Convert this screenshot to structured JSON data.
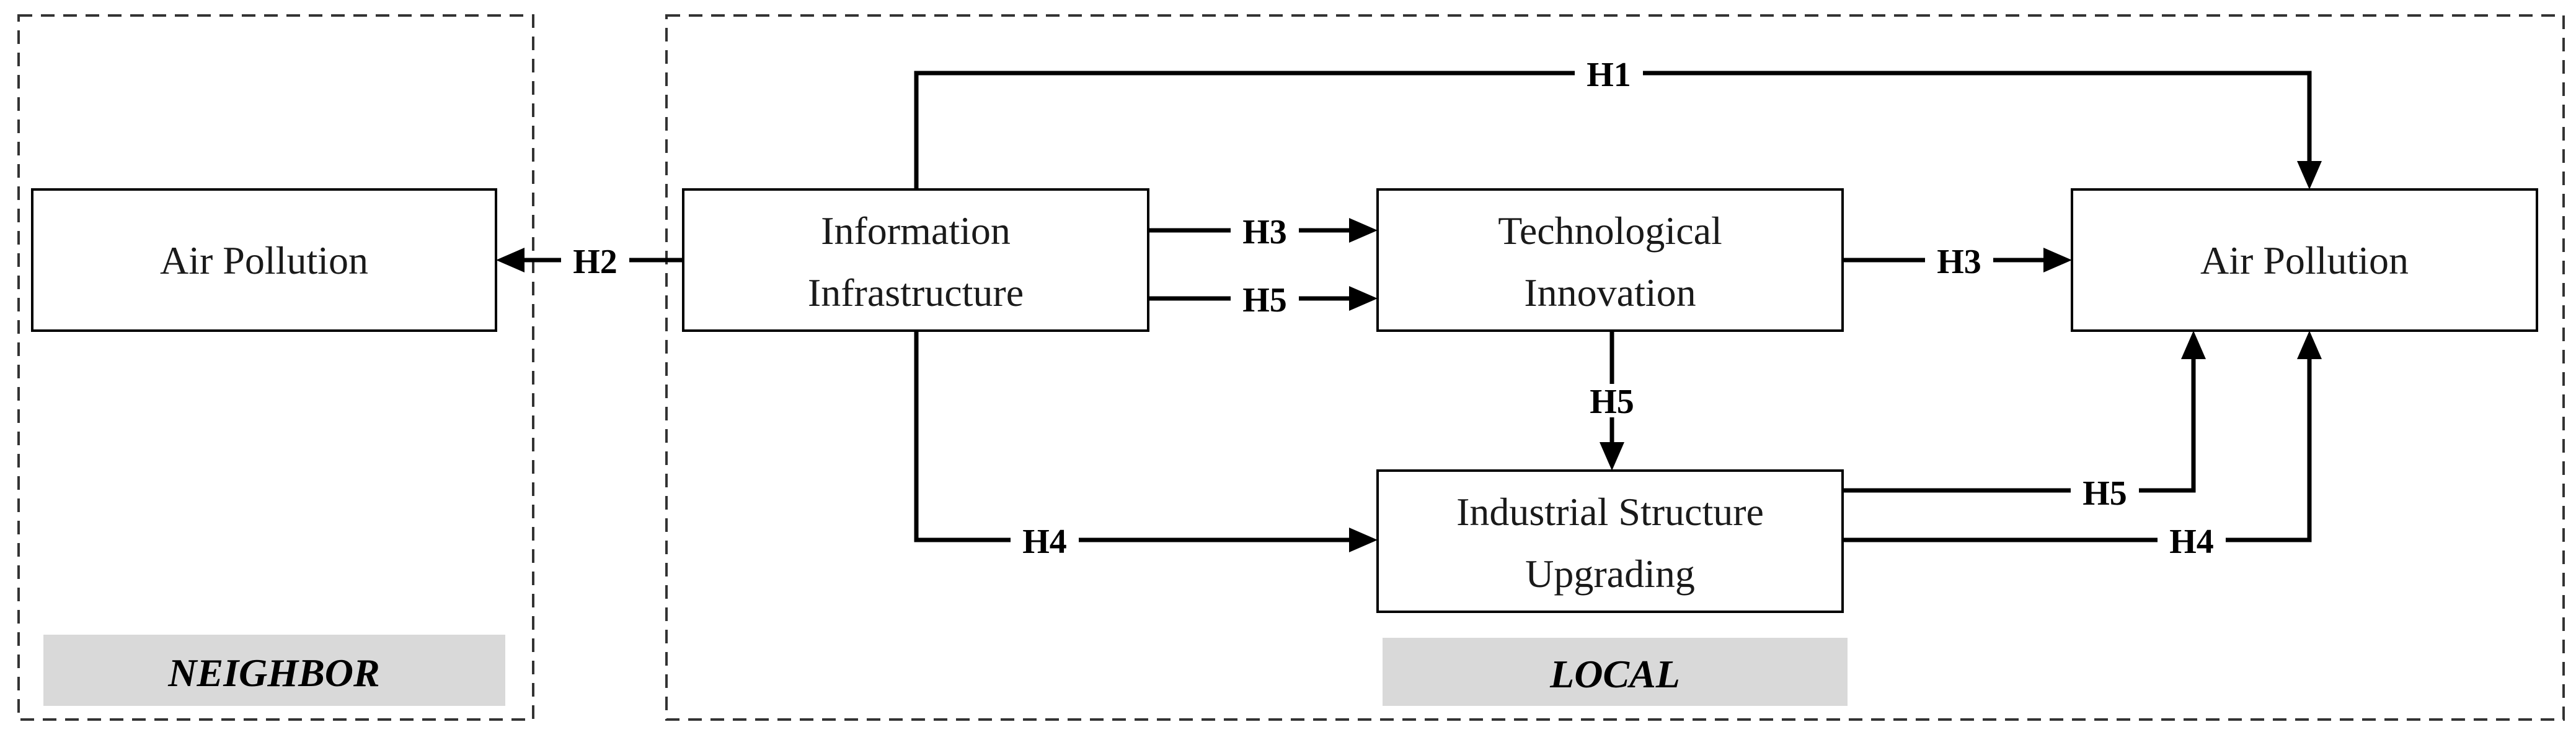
{
  "regions": {
    "neighbor": {
      "label": "NEIGHBOR"
    },
    "local": {
      "label": "LOCAL"
    }
  },
  "nodes": {
    "neighbor_air_pollution": {
      "lines": [
        "Air Pollution"
      ]
    },
    "information_infrastructure": {
      "lines": [
        "Information",
        "Infrastructure"
      ]
    },
    "technological_innovation": {
      "lines": [
        "Technological",
        "Innovation"
      ]
    },
    "industrial_structure_upgrading": {
      "lines": [
        "Industrial Structure",
        "Upgrading"
      ]
    },
    "local_air_pollution": {
      "lines": [
        "Air Pollution"
      ]
    }
  },
  "edges": {
    "h1": {
      "label": "H1",
      "from": "Information Infrastructure",
      "to": "Air Pollution (local)"
    },
    "h2": {
      "label": "H2",
      "from": "Information Infrastructure",
      "to": "Air Pollution (neighbor)"
    },
    "h3_a": {
      "label": "H3",
      "from": "Information Infrastructure",
      "to": "Technological Innovation"
    },
    "h3_b": {
      "label": "H3",
      "from": "Technological Innovation",
      "to": "Air Pollution (local)"
    },
    "h5_a": {
      "label": "H5",
      "from": "Information Infrastructure",
      "to": "Technological Innovation"
    },
    "h5_b": {
      "label": "H5",
      "from": "Technological Innovation",
      "to": "Industrial Structure Upgrading"
    },
    "h5_c": {
      "label": "H5",
      "from": "Industrial Structure Upgrading",
      "to": "Air Pollution (local)"
    },
    "h4_a": {
      "label": "H4",
      "from": "Information Infrastructure",
      "to": "Industrial Structure Upgrading"
    },
    "h4_b": {
      "label": "H4",
      "from": "Industrial Structure Upgrading",
      "to": "Air Pollution (local)"
    }
  }
}
